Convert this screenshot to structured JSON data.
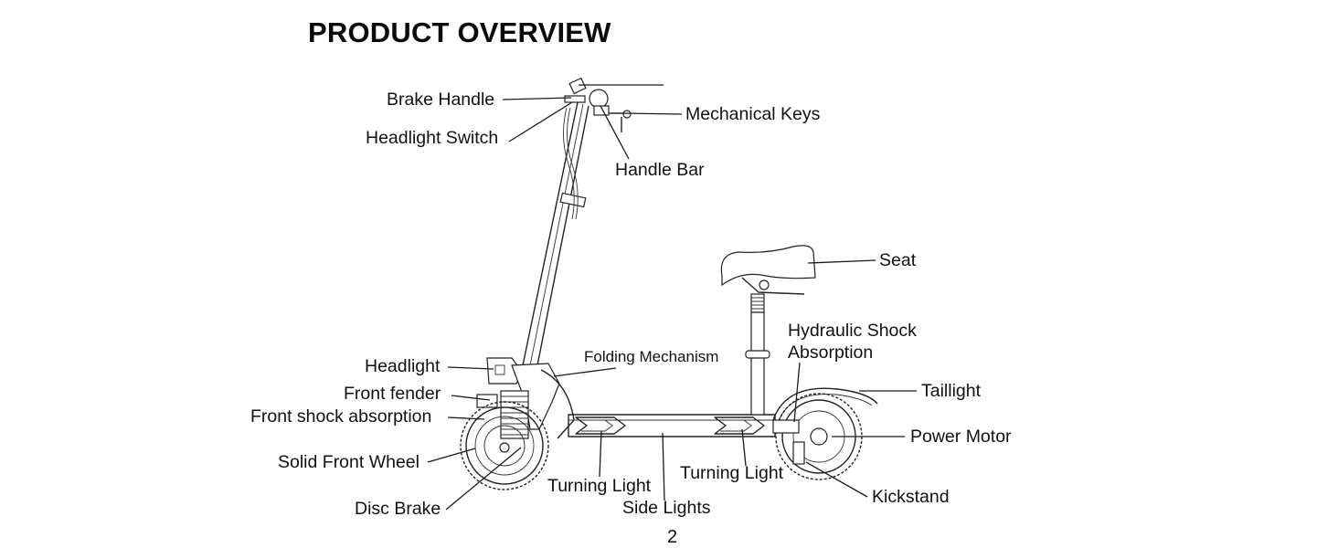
{
  "title": "PRODUCT OVERVIEW",
  "page_number": "2",
  "labels": {
    "brake_handle": "Brake Handle",
    "headlight_switch": "Headlight Switch",
    "mechanical_keys": "Mechanical Keys",
    "handle_bar": "Handle Bar",
    "seat": "Seat",
    "hydraulic_shock_line1": "Hydraulic Shock",
    "hydraulic_shock_line2": "Absorption",
    "folding_mechanism": "Folding Mechanism",
    "headlight": "Headlight",
    "front_fender": "Front fender",
    "front_shock_absorption": "Front shock absorption",
    "taillight": "Taillight",
    "power_motor": "Power Motor",
    "solid_front_wheel": "Solid Front Wheel",
    "turning_light_left": "Turning Light",
    "turning_light_right": "Turning Light",
    "side_lights": "Side Lights",
    "kickstand": "Kickstand",
    "disc_brake": "Disc Brake"
  }
}
